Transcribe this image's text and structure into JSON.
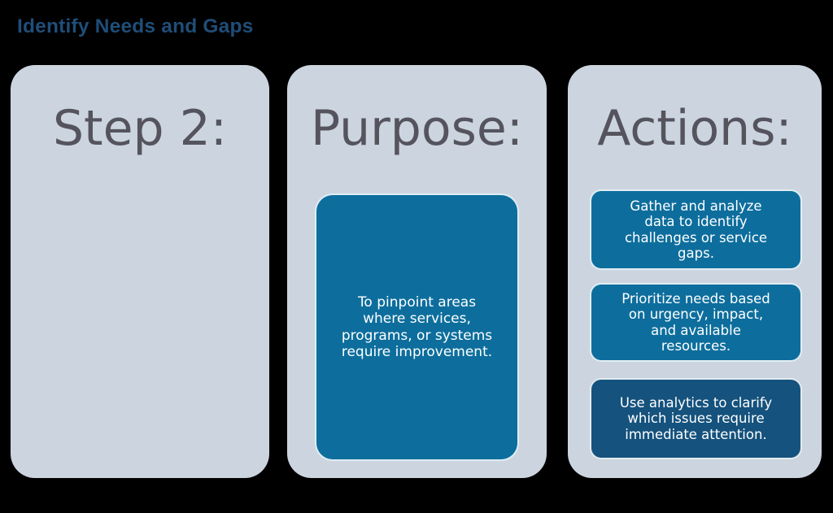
{
  "page": {
    "title": "Identify Needs and Gaps",
    "background_color": "#000000"
  },
  "colors": {
    "title_text": "#1F4E79",
    "card_background": "#CCD5DF",
    "heading_text": "#55545E",
    "teal_box": "#0D6E9D",
    "navy_box": "#15527D",
    "box_text": "#FFFFFF",
    "box_border": "#FFFFFF"
  },
  "columns": [
    {
      "heading": "Step 2:",
      "boxes": []
    },
    {
      "heading": "Purpose:",
      "boxes": [
        {
          "text": "To pinpoint areas\nwhere services,\nprograms, or systems\nrequire improvement.",
          "color": "#0D6E9D"
        }
      ]
    },
    {
      "heading": "Actions:",
      "boxes": [
        {
          "text": "Gather and analyze\ndata to identify\nchallenges or service\ngaps.",
          "color": "#0D6E9D"
        },
        {
          "text": "Prioritize needs based\non urgency, impact,\nand available\nresources.",
          "color": "#0D6E9D"
        },
        {
          "text": "Use analytics to clarify\nwhich issues require\nimmediate attention.",
          "color": "#15527D"
        }
      ]
    }
  ]
}
